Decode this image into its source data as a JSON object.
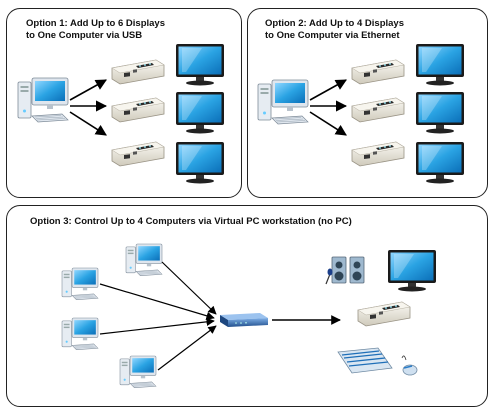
{
  "panels": {
    "option1": {
      "title_line1": "Option 1: Add Up to 6 Displays",
      "title_line2": "to One Computer via USB"
    },
    "option2": {
      "title_line1": "Option 2: Add Up to 4 Displays",
      "title_line2": "to One Computer via Ethernet"
    },
    "option3": {
      "title": "Option 3: Control Up to 4 Computers via Virtual PC workstation (no PC)"
    }
  },
  "colors": {
    "border": "#222222",
    "monitor_blue": "#2aa3e3",
    "device_body": "#e9e6dc",
    "arrow": "#000000",
    "switch_blue": "#2e6db6"
  }
}
